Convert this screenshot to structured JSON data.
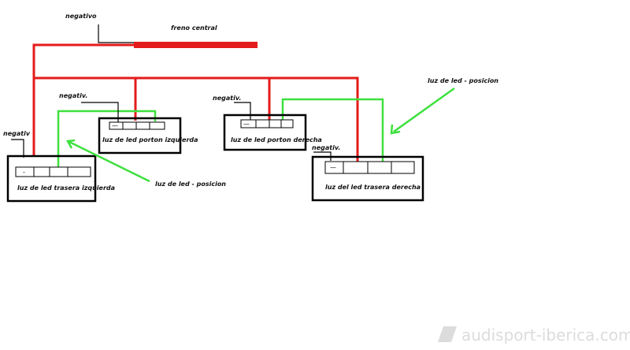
{
  "colors": {
    "positive_wire": "#e41b1b",
    "position_wire": "#3ee03e",
    "negative_wire": "#000000",
    "background": "#ffffff",
    "watermark": "#dcdcdc"
  },
  "labels": {
    "negativo": "negativo",
    "freno_central": "freno central",
    "negativ_porton_izq": "negativ.",
    "negativ_porton_der": "negativ.",
    "negativ_trasera_izq": "negativ",
    "negativ_trasera_der": "negativ.",
    "posicion_left": "luz de led - posicion",
    "posicion_right": "luz de led - posicion"
  },
  "lamps": {
    "trasera_izquierda": {
      "name": "luz de led trasera izquierda",
      "pin": "-"
    },
    "porton_izquierda": {
      "name": "luz de led porton izquierda",
      "pin": "—"
    },
    "porton_derecha": {
      "name": "luz de led porton derecha",
      "pin": "—"
    },
    "trasera_derecha": {
      "name": "luz del led trasera derecha",
      "pin": "—"
    }
  },
  "watermark": {
    "logo": "parallelogram-logo",
    "text": "audisport-iberica.com"
  }
}
